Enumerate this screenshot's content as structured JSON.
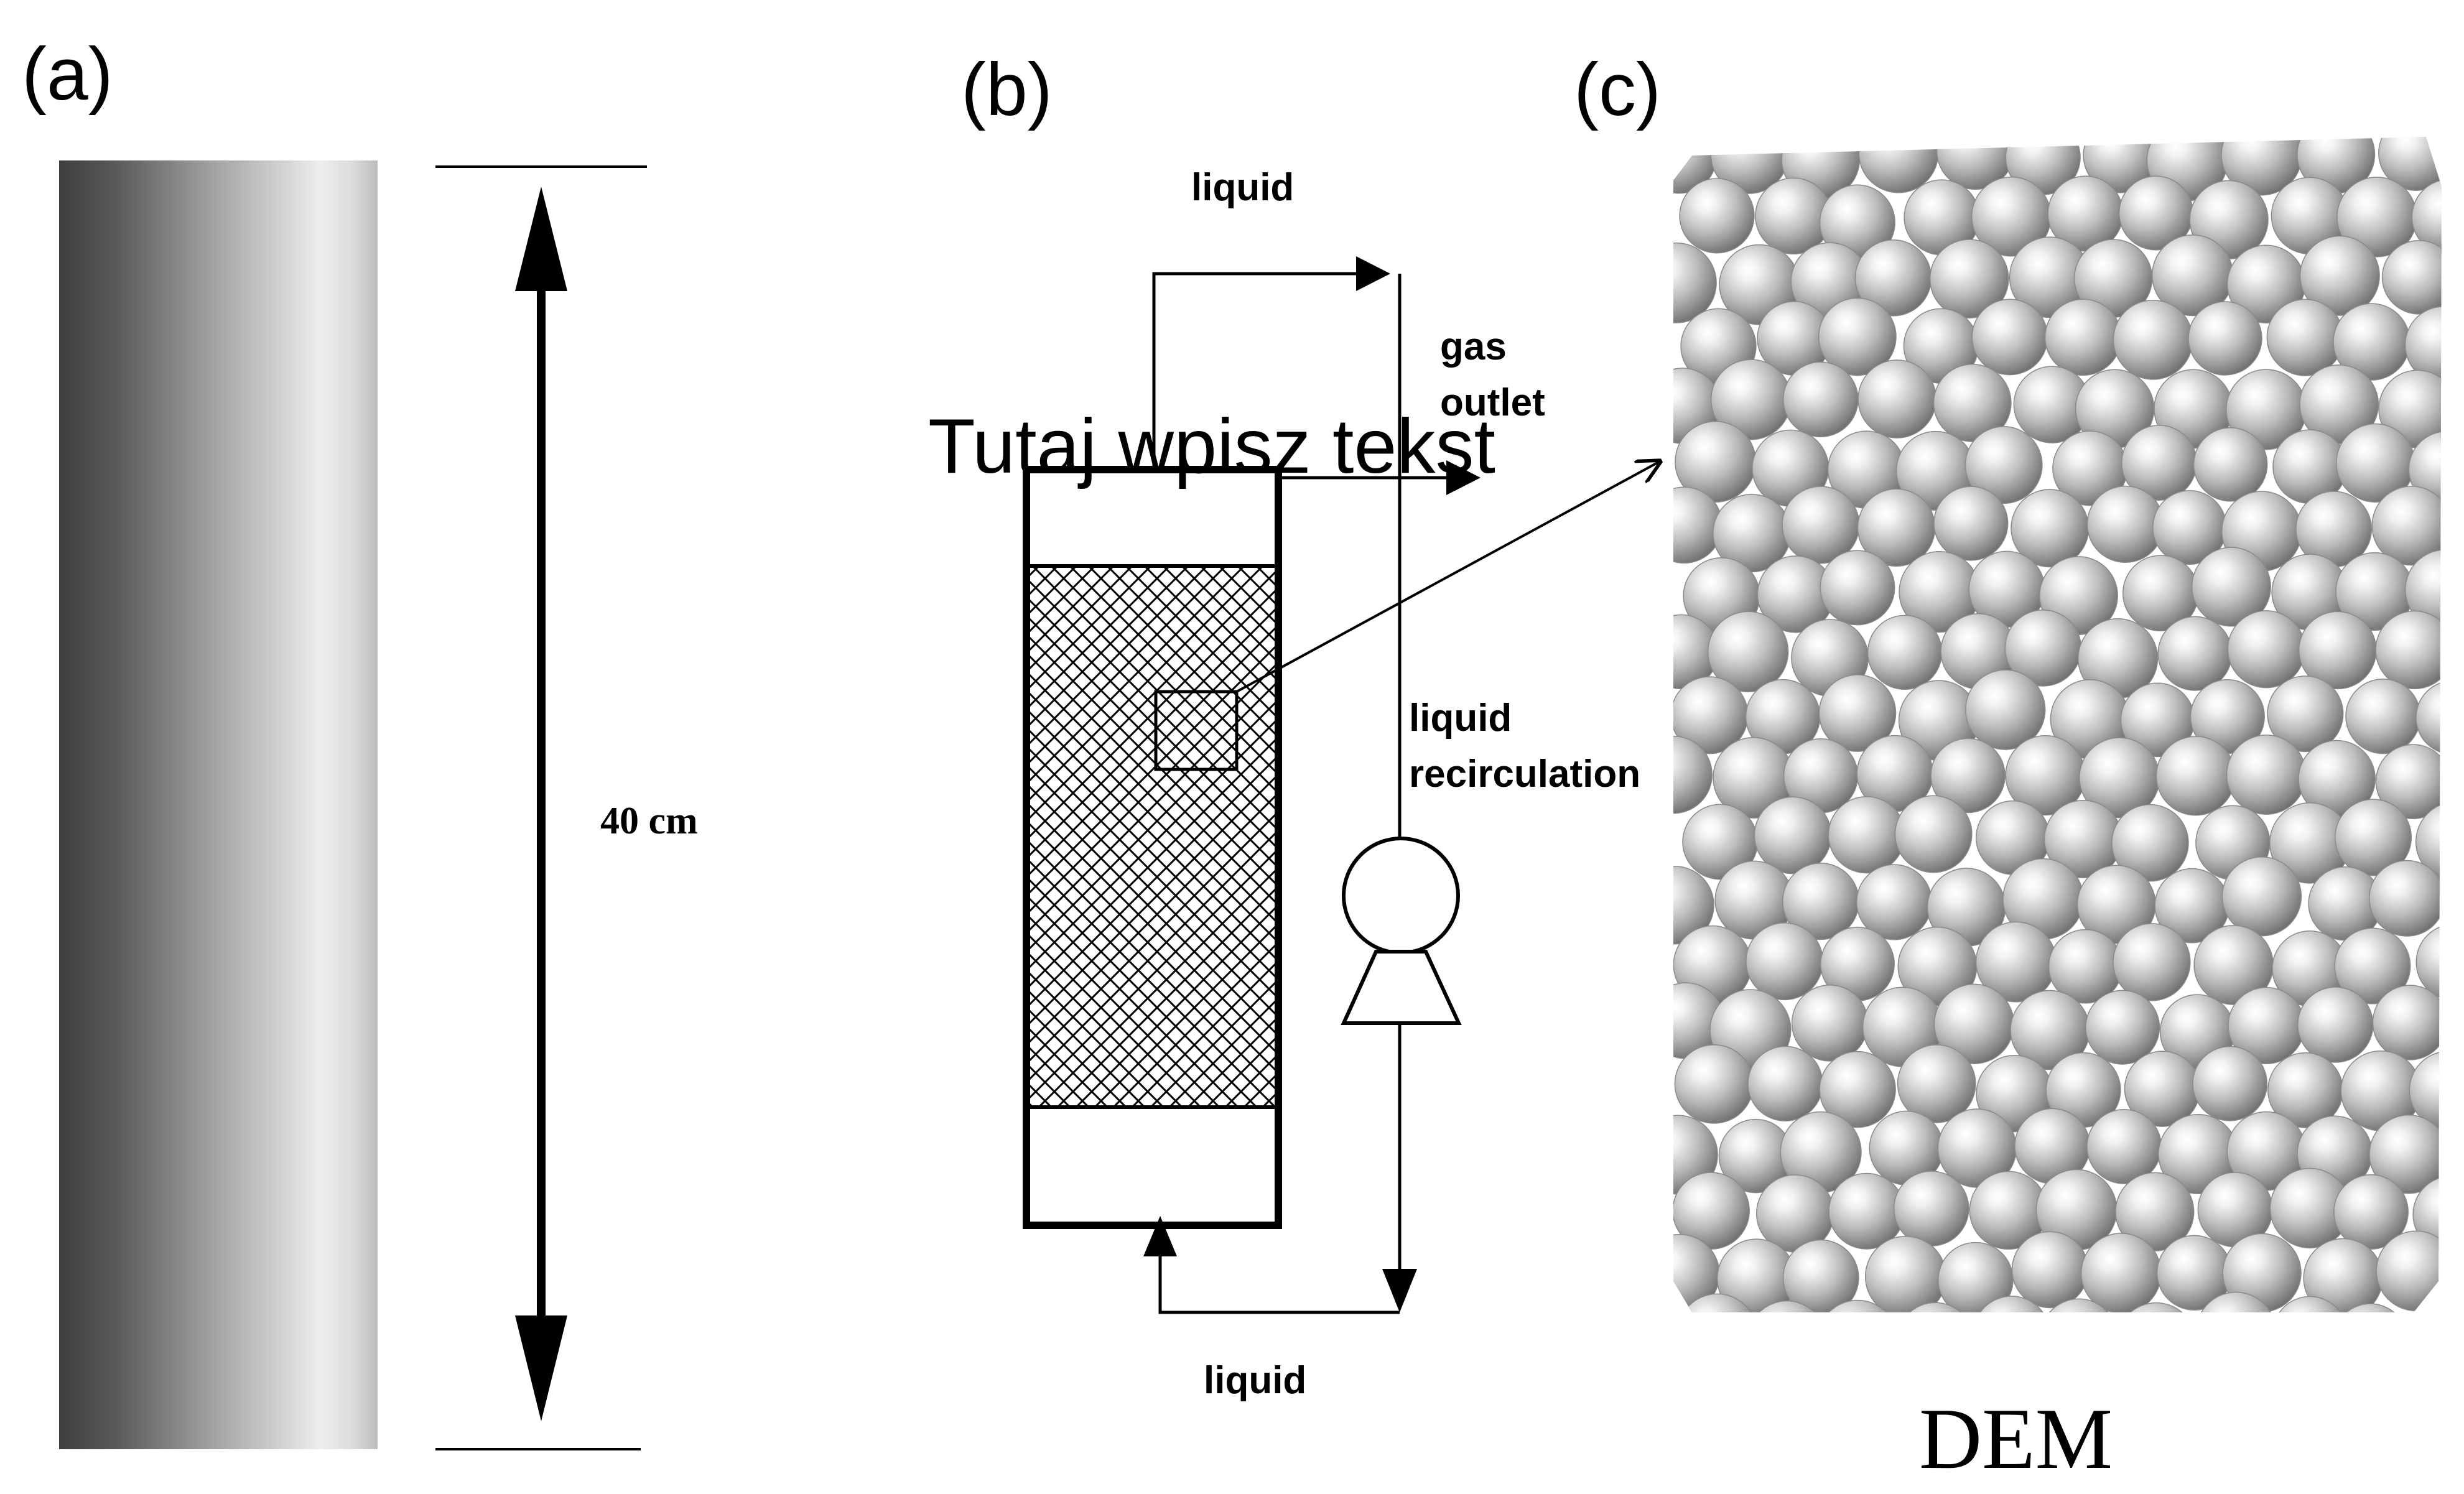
{
  "panels": {
    "a": {
      "label": "(a)",
      "dimension": "40 cm"
    },
    "b": {
      "label": "(b)",
      "liquid_top": "liquid",
      "gas_outlet_line1": "gas",
      "gas_outlet_line2": "outlet",
      "placeholder_text": "Tutaj wpisz tekst",
      "recirculation_line1": "liquid",
      "recirculation_line2": "recirculation",
      "liquid_bottom": "liquid"
    },
    "c": {
      "label": "(c)",
      "caption": "DEM"
    }
  },
  "colors": {
    "cylinder_dark": "#4a4a4a",
    "cylinder_light": "#e6e6e6",
    "sphere_light": "#fafafa",
    "sphere_mid": "#b8b8b8",
    "sphere_dark": "#6c6c6c",
    "ink": "#000000"
  }
}
